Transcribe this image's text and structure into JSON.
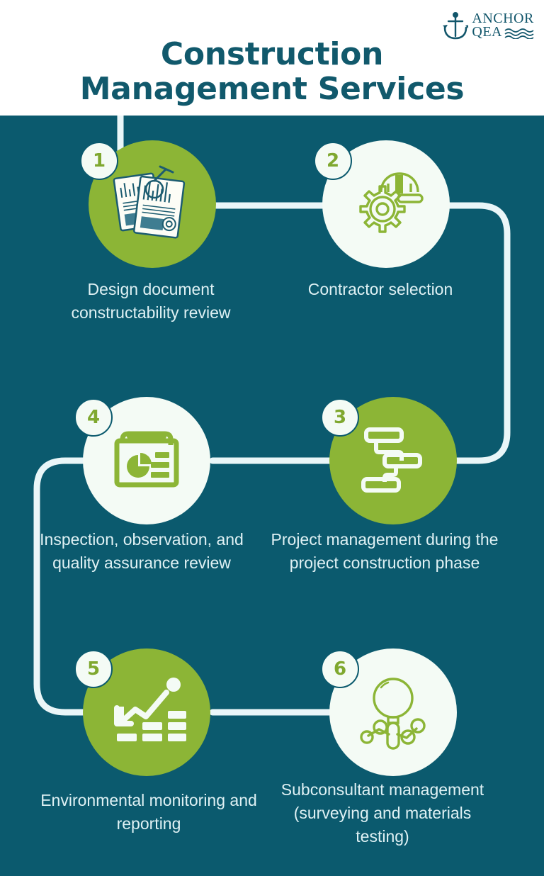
{
  "header": {
    "title_line1": "Construction",
    "title_line2": "Management Services",
    "logo": {
      "line1": "ANCHOR",
      "line2": "QEA",
      "anchor_icon": "anchor-icon",
      "waves_icon": "waves-icon"
    }
  },
  "colors": {
    "background_teal": "#0b5a6e",
    "accent_green": "#8cb536",
    "header_white": "#ffffff",
    "title_teal": "#11596c",
    "caption_text": "#dff1f4",
    "bubble_white": "#f4fbf5",
    "badge_number": "#7fa82f",
    "path_line": "#eaf6f8"
  },
  "steps": [
    {
      "number": "1",
      "label": "Design document constructability review",
      "icon": "documents-chart-magnifier-icon",
      "bubble_style": "green"
    },
    {
      "number": "2",
      "label": "Contractor selection",
      "icon": "gear-hardhat-icon",
      "bubble_style": "white"
    },
    {
      "number": "3",
      "label": "Project management during the project construction phase",
      "icon": "gantt-chart-icon",
      "bubble_style": "green"
    },
    {
      "number": "4",
      "label": "Inspection, observation, and quality assurance review",
      "icon": "report-pie-chart-icon",
      "bubble_style": "white"
    },
    {
      "number": "5",
      "label": "Environmental monitoring and reporting",
      "icon": "trend-line-bars-icon",
      "bubble_style": "green"
    },
    {
      "number": "6",
      "label": "Subconsultant management (surveying and materials testing)",
      "icon": "magnifier-network-icon",
      "bubble_style": "white"
    }
  ]
}
